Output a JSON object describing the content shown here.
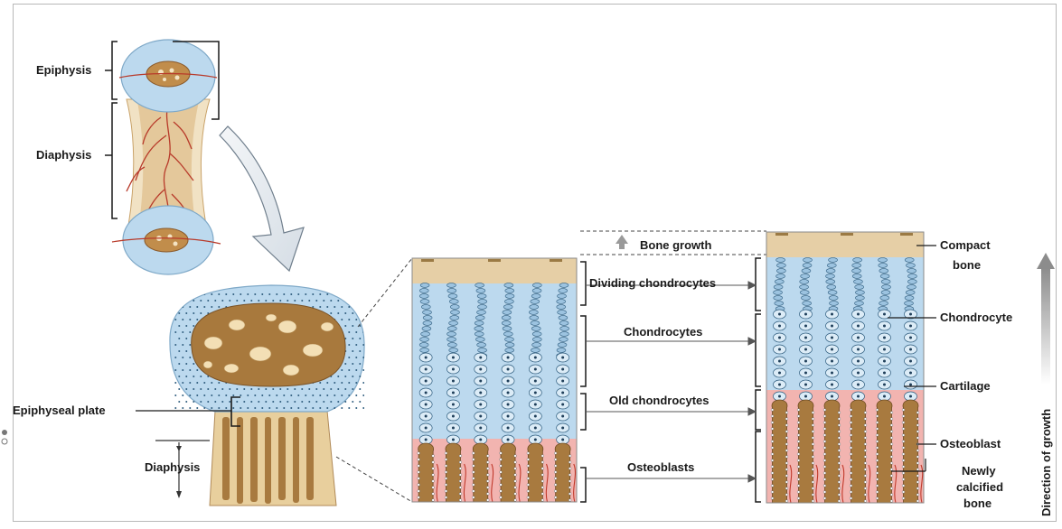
{
  "labels": {
    "epiphysis": "Epiphysis",
    "diaphysis_top": "Diaphysis",
    "epiphyseal_plate": "Epiphyseal   plate",
    "diaphysis_bottom": "Diaphysis",
    "bone_growth": "Bone growth",
    "dividing_chondrocytes": "Dividing chondrocytes",
    "chondrocytes": "Chondrocytes",
    "old_chondrocytes": "Old chondrocytes",
    "osteoblasts": "Osteoblasts",
    "compact_bone_1": "Compact",
    "compact_bone_2": "bone",
    "chondrocyte": "Chondrocyte",
    "cartilage": "Cartilage",
    "osteoblast": "Osteoblast",
    "newly_1": "Newly",
    "newly_2": "calcified",
    "newly_3": "bone",
    "direction": "Direction of growth"
  },
  "colors": {
    "cartilage_blue": "#bcd9ee",
    "compact_tan": "#e6cfa6",
    "bone_brown": "#a87a3f",
    "marrow_pink": "#f2b4b0",
    "vessel_red": "#c0392b"
  }
}
